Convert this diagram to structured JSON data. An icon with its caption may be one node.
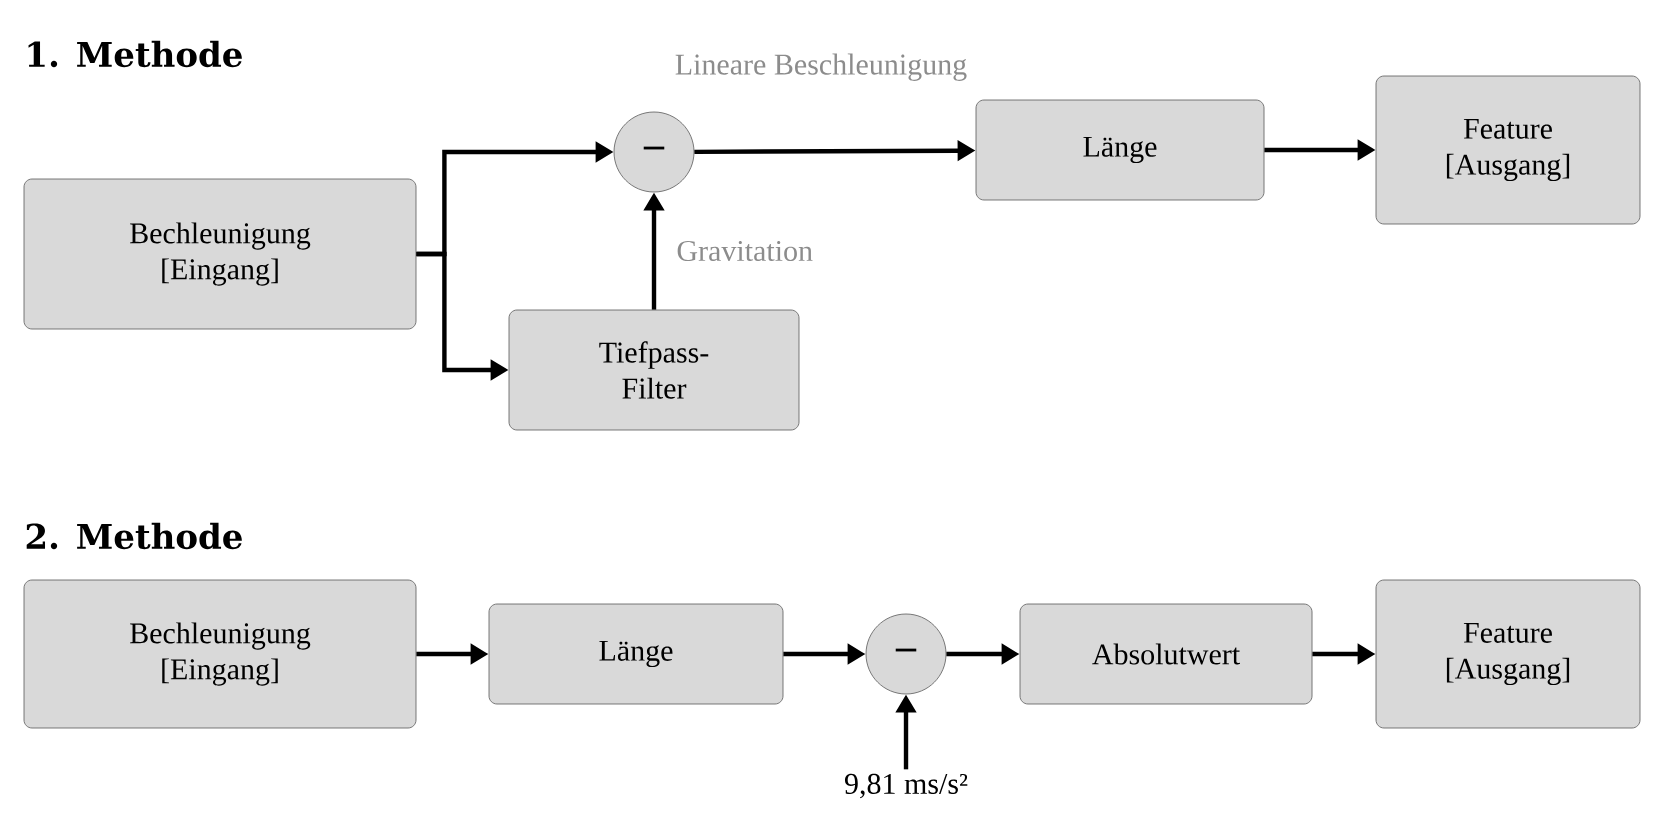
{
  "diagram": {
    "nodes": [
      {
        "text": [
          "Bechleunigung [Eingang]"
        ]
      },
      {
        "text": [
          "–"
        ]
      },
      {
        "text": [
          "Tiefpass- Filter"
        ]
      },
      {
        "text": [
          "Länge"
        ]
      },
      {
        "text": [
          "Feature [Ausgang]"
        ]
      },
      {
        "text": [
          "Bechleunigung [Eingang]"
        ]
      },
      {
        "text": [
          "Länge"
        ]
      },
      {
        "text": [
          "–"
        ]
      },
      {
        "text": [
          "Absolutwert"
        ]
      },
      {
        "text": [
          "Feature [Ausgang]"
        ]
      },
      {
        "text": [
          "9,81 ms/s²"
        ]
      }
    ],
    "edges": [
      {
        "from": 0,
        "to": 1,
        "arrow": "to"
      },
      {
        "from": 0,
        "to": 2,
        "arrow": "to"
      },
      {
        "from": 2,
        "to": 1,
        "arrow": "to",
        "label": "Gravitation"
      },
      {
        "from": 1,
        "to": 3,
        "arrow": "to",
        "label": "Lineare Beschleunigung"
      },
      {
        "from": 3,
        "to": 4,
        "arrow": "to"
      },
      {
        "from": 5,
        "to": 6,
        "arrow": "to"
      },
      {
        "from": 6,
        "to": 7,
        "arrow": "to"
      },
      {
        "from": 7,
        "to": 8,
        "arrow": "to"
      },
      {
        "from": 8,
        "to": 9,
        "arrow": "to"
      },
      {
        "from": 10,
        "to": 7,
        "arrow": "to"
      }
    ],
    "labels": [
      "1. Methode",
      "2. Methode"
    ]
  }
}
